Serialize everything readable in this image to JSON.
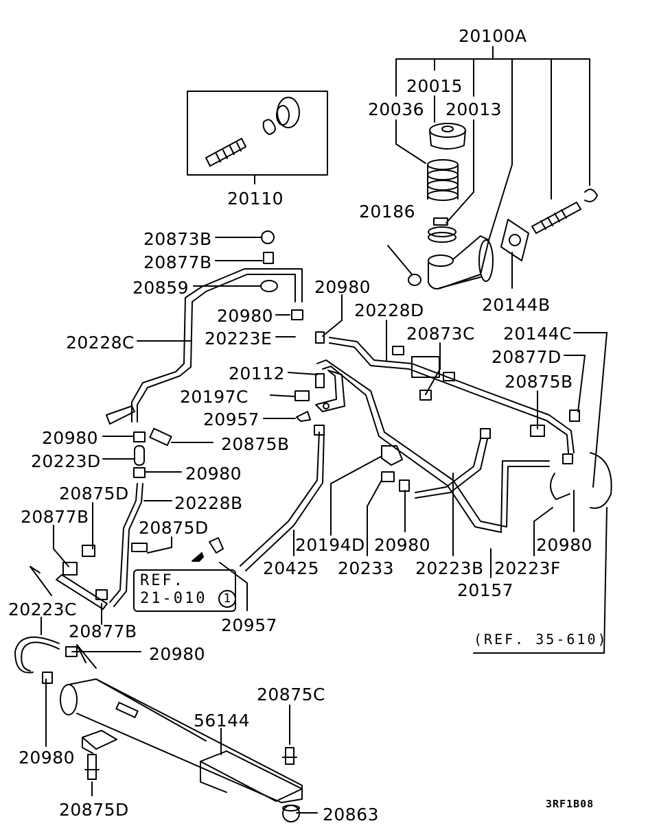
{
  "diagram": {
    "type": "exploded parts diagram",
    "subject": "clutch master cylinder and hydraulic line assembly",
    "drawing_code": "3RF1B08",
    "callouts": {
      "c20100A": "20100A",
      "c20015": "20015",
      "c20036": "20036",
      "c20013": "20013",
      "c20110": "20110",
      "c20186": "20186",
      "c20144B": "20144B",
      "c20873B": "20873B",
      "c20877B_top": "20877B",
      "c20859": "20859",
      "c20980_a": "20980",
      "c20980_b": "20980",
      "c20223E": "20223E",
      "c20228D": "20228D",
      "c20228C": "20228C",
      "c20873C": "20873C",
      "c20144C": "20144C",
      "c20877D": "20877D",
      "c20875B_right": "20875B",
      "c20112": "20112",
      "c20197C": "20197C",
      "c20957_top": "20957",
      "c20980_c": "20980",
      "c20875B_left": "20875B",
      "c20223D": "20223D",
      "c20980_d": "20980",
      "c20875D_a": "20875D",
      "c20228B": "20228B",
      "c20877B_mid": "20877B",
      "c20875D_b": "20875D",
      "c20194D": "20194D",
      "c20980_e": "20980",
      "c20980_f": "20980",
      "c20425": "20425",
      "c20233": "20233",
      "c20223B": "20223B",
      "c20223F": "20223F",
      "c20157": "20157",
      "c20223C": "20223C",
      "c20957_bottom": "20957",
      "c20877B_low": "20877B",
      "c20980_g": "20980",
      "c20980_h": "20980",
      "c56144": "56144",
      "c20875C": "20875C",
      "c20875D_c": "20875D",
      "c20863": "20863"
    },
    "references": {
      "ref_box_line1": "REF.",
      "ref_box_line2": "21-010",
      "ref_box_circle": "1",
      "ref_35_610": "(REF. 35-610)"
    }
  }
}
